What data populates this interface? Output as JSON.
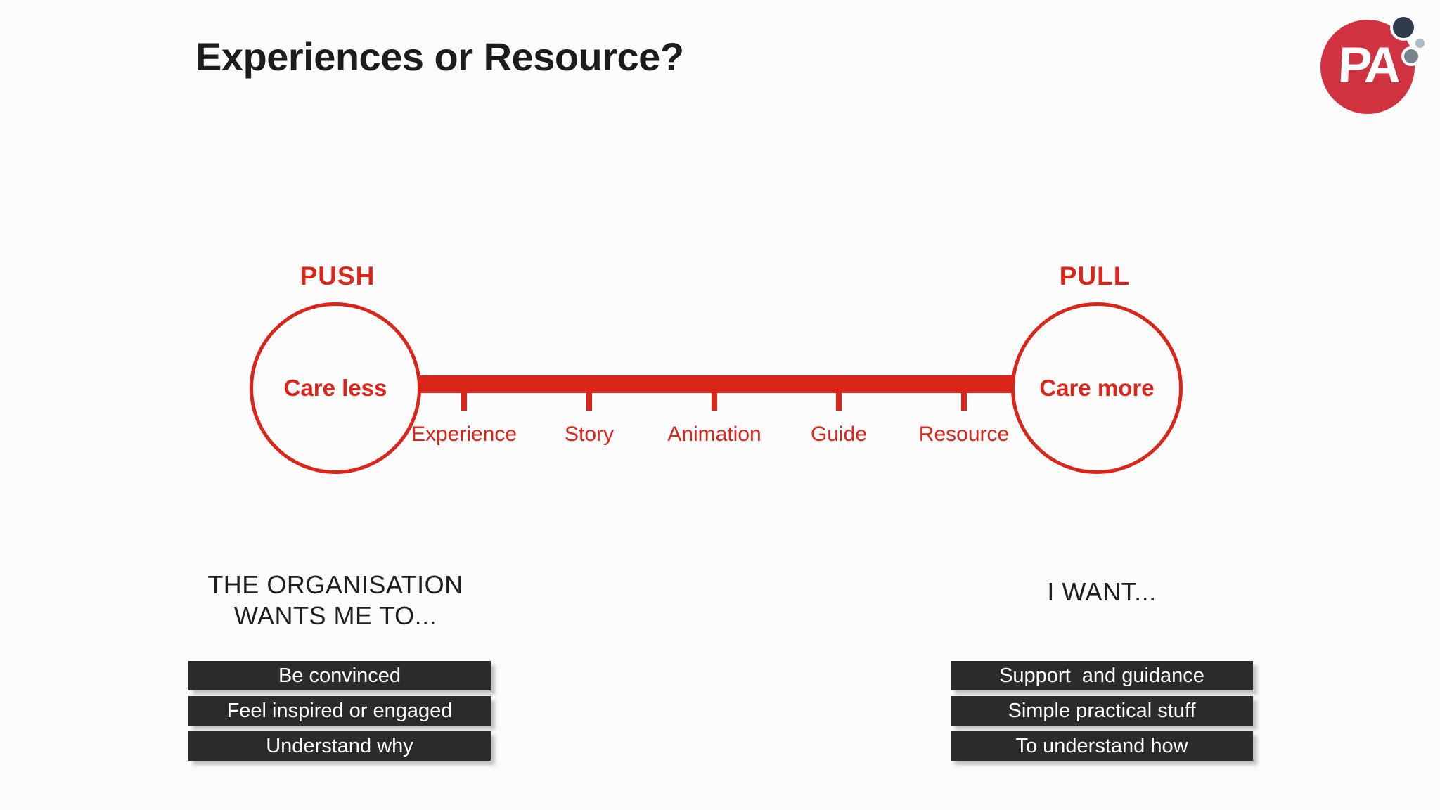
{
  "slide": {
    "title": "Experiences or Resource?",
    "background_color": "#fcfbfb",
    "accent_red": "#d9251a",
    "pill_dark": "#2b2a2c"
  },
  "logo": {
    "letters": "PA",
    "circle_color": "#d13240",
    "dot_colors": {
      "large_navy": "#2e3c4b",
      "small_light_blue": "#a9bdc9",
      "medium_gray": "#75848f"
    }
  },
  "spectrum": {
    "push": {
      "label": "PUSH",
      "circle_text": "Care less"
    },
    "pull": {
      "label": "PULL",
      "circle_text": "Care more"
    },
    "ticks": [
      {
        "label": "Experience"
      },
      {
        "label": "Story"
      },
      {
        "label": "Animation"
      },
      {
        "label": "Guide"
      },
      {
        "label": "Resource"
      }
    ]
  },
  "left_column": {
    "heading": "THE ORGANISATION\nWANTS ME TO...",
    "boxes": [
      "Be convinced",
      "Feel inspired or engaged",
      "Understand why"
    ]
  },
  "right_column": {
    "heading": "I WANT...",
    "boxes": [
      "Support  and guidance",
      "Simple practical stuff",
      "To understand how"
    ]
  }
}
